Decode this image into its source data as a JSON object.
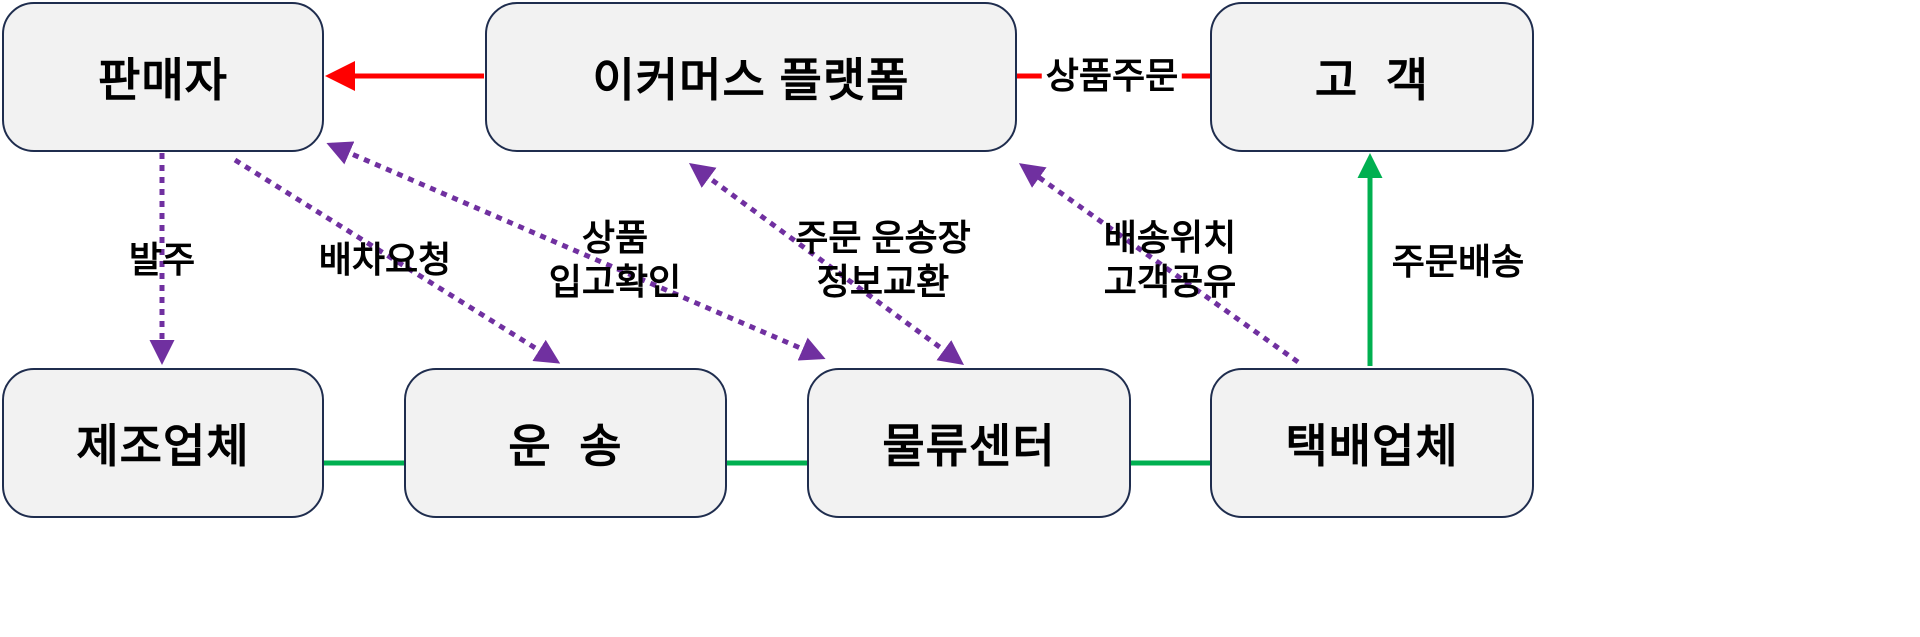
{
  "nodes": {
    "seller": "판매자",
    "platform": "이커머스 플랫폼",
    "customer": "고  객",
    "manufacturer": "제조업체",
    "transport": "운  송",
    "logistics": "물류센터",
    "courier": "택배업체"
  },
  "edges": {
    "order_product": "상품주문",
    "purchase_order": "발주",
    "dispatch_request": "배차요청",
    "receipt_confirm": [
      "상품",
      "입고확인"
    ],
    "waybill_exchange": [
      "주문 운송장",
      "정보교환"
    ],
    "location_share": [
      "배송위치",
      "고객공유"
    ],
    "order_delivery": "주문배송"
  },
  "colors": {
    "box_fill": "#f2f2f2",
    "box_border": "#1f2d4e",
    "red": "#ff0000",
    "purple": "#7030a0",
    "green": "#00b050"
  }
}
